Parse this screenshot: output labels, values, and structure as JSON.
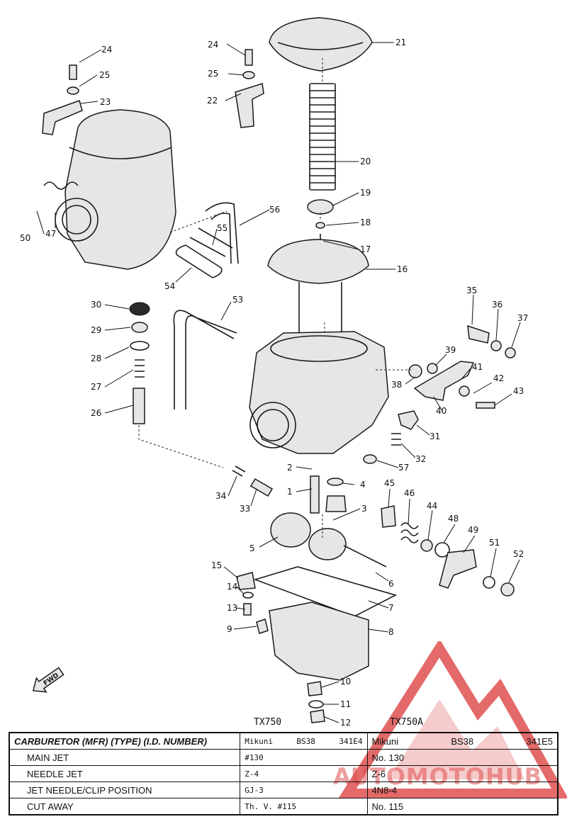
{
  "callouts": [
    {
      "id": "c1",
      "text": "1"
    },
    {
      "id": "c2",
      "text": "2"
    },
    {
      "id": "c3",
      "text": "3"
    },
    {
      "id": "c4",
      "text": "4"
    },
    {
      "id": "c5",
      "text": "5"
    },
    {
      "id": "c6",
      "text": "6"
    },
    {
      "id": "c7",
      "text": "7"
    },
    {
      "id": "c8",
      "text": "8"
    },
    {
      "id": "c9",
      "text": "9"
    },
    {
      "id": "c10",
      "text": "10"
    },
    {
      "id": "c11",
      "text": "11"
    },
    {
      "id": "c12",
      "text": "12"
    },
    {
      "id": "c13",
      "text": "13"
    },
    {
      "id": "c14",
      "text": "14"
    },
    {
      "id": "c15",
      "text": "15"
    },
    {
      "id": "c16",
      "text": "16"
    },
    {
      "id": "c17",
      "text": "17"
    },
    {
      "id": "c18",
      "text": "18"
    },
    {
      "id": "c19",
      "text": "19"
    },
    {
      "id": "c20",
      "text": "20"
    },
    {
      "id": "c21",
      "text": "21"
    },
    {
      "id": "c22",
      "text": "22"
    },
    {
      "id": "c23",
      "text": "23"
    },
    {
      "id": "c24a",
      "text": "24"
    },
    {
      "id": "c24b",
      "text": "24"
    },
    {
      "id": "c25a",
      "text": "25"
    },
    {
      "id": "c25b",
      "text": "25"
    },
    {
      "id": "c26",
      "text": "26"
    },
    {
      "id": "c27",
      "text": "27"
    },
    {
      "id": "c28",
      "text": "28"
    },
    {
      "id": "c29",
      "text": "29"
    },
    {
      "id": "c30",
      "text": "30"
    },
    {
      "id": "c31",
      "text": "31"
    },
    {
      "id": "c32",
      "text": "32"
    },
    {
      "id": "c33",
      "text": "33"
    },
    {
      "id": "c34",
      "text": "34"
    },
    {
      "id": "c35",
      "text": "35"
    },
    {
      "id": "c36",
      "text": "36"
    },
    {
      "id": "c37",
      "text": "37"
    },
    {
      "id": "c38",
      "text": "38"
    },
    {
      "id": "c39",
      "text": "39"
    },
    {
      "id": "c40",
      "text": "40"
    },
    {
      "id": "c41",
      "text": "41"
    },
    {
      "id": "c42",
      "text": "42"
    },
    {
      "id": "c43",
      "text": "43"
    },
    {
      "id": "c44",
      "text": "44"
    },
    {
      "id": "c45",
      "text": "45"
    },
    {
      "id": "c46",
      "text": "46"
    },
    {
      "id": "c47",
      "text": "47"
    },
    {
      "id": "c48",
      "text": "48"
    },
    {
      "id": "c49",
      "text": "49"
    },
    {
      "id": "c50",
      "text": "50"
    },
    {
      "id": "c51",
      "text": "51"
    },
    {
      "id": "c52",
      "text": "52"
    },
    {
      "id": "c53",
      "text": "53"
    },
    {
      "id": "c54",
      "text": "54"
    },
    {
      "id": "c55",
      "text": "55"
    },
    {
      "id": "c56",
      "text": "56"
    },
    {
      "id": "c57",
      "text": "57"
    }
  ],
  "fwd_label": "FWD",
  "models": {
    "a": "TX750",
    "b": "TX750A"
  },
  "watermark": {
    "text": "AUTOMOTOHUB",
    "color": "#e05050"
  },
  "table": {
    "header": {
      "label": "CARBURETOR (MFR) (TYPE) (I.D. NUMBER)",
      "a": {
        "mfr": "Mikuni",
        "type": "BS38",
        "id": "341E4"
      },
      "b": {
        "mfr": "Mikuni",
        "type": "BS38",
        "id": "341E5"
      }
    },
    "rows": [
      {
        "label": "MAIN JET",
        "a": "#130",
        "b": "No. 130"
      },
      {
        "label": "NEEDLE JET",
        "a": "Z-4",
        "b": "Z-6"
      },
      {
        "label": "JET NEEDLE/CLIP POSITION",
        "a": "GJ-3",
        "b": "4N8-4"
      },
      {
        "label": "CUT AWAY",
        "a": "Th. V. #115",
        "b": "No. 115"
      }
    ]
  }
}
